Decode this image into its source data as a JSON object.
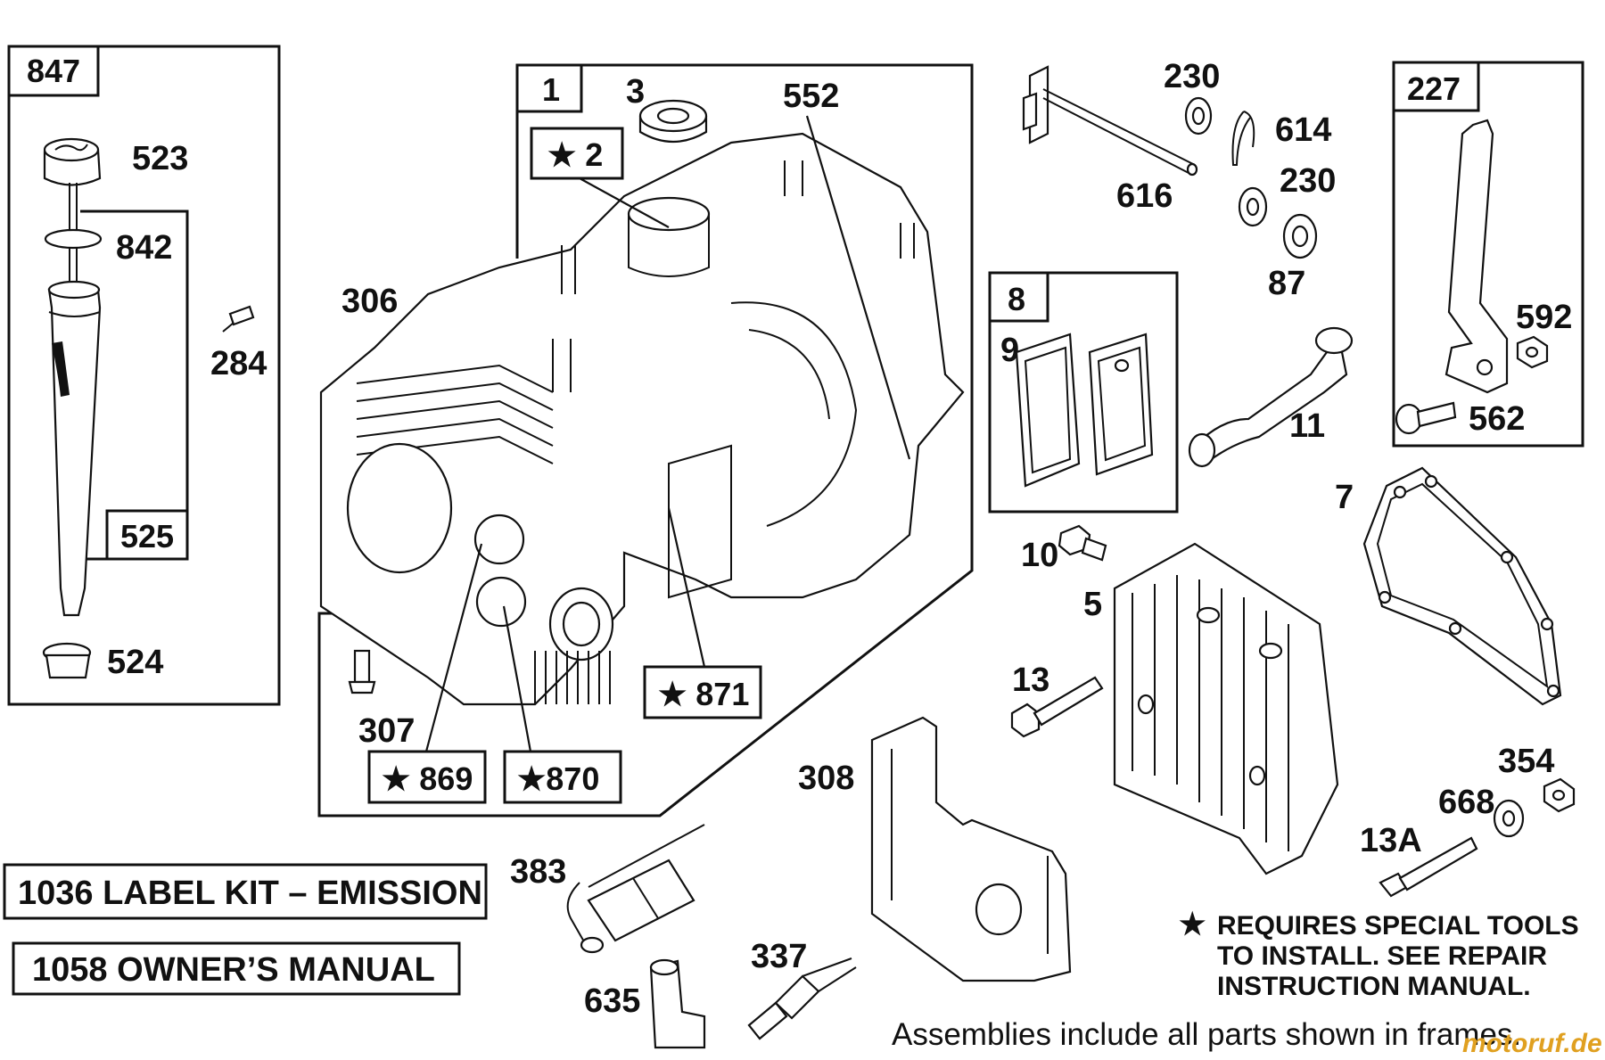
{
  "labels": {
    "l847": "847",
    "l523": "523",
    "l842": "842",
    "l284": "284",
    "l525": "525",
    "l524": "524",
    "l1": "1",
    "l3": "3",
    "l552": "552",
    "l2": "★ 2",
    "l306": "306",
    "l307": "307",
    "l869": "★ 869",
    "l870": "★870",
    "l871": "★ 871",
    "l230a": "230",
    "l614": "614",
    "l616": "616",
    "l230b": "230",
    "l87": "87",
    "l227": "227",
    "l592": "592",
    "l562": "562",
    "l8": "8",
    "l9": "9",
    "l11": "11",
    "l7": "7",
    "l10": "10",
    "l5": "5",
    "l13": "13",
    "l308": "308",
    "l383": "383",
    "l635": "635",
    "l337": "337",
    "l354": "354",
    "l668": "668",
    "l13a": "13A"
  },
  "kits": {
    "label_kit": "1036 LABEL KIT – EMISSION",
    "owners_manual": "1058 OWNER’S MANUAL"
  },
  "note": {
    "star": "★",
    "line1": "REQUIRES SPECIAL TOOLS",
    "line2": "TO INSTALL.  SEE REPAIR",
    "line3": "INSTRUCTION MANUAL."
  },
  "footer": "Assemblies include all parts shown in frames.",
  "watermark": "motoruf.de"
}
